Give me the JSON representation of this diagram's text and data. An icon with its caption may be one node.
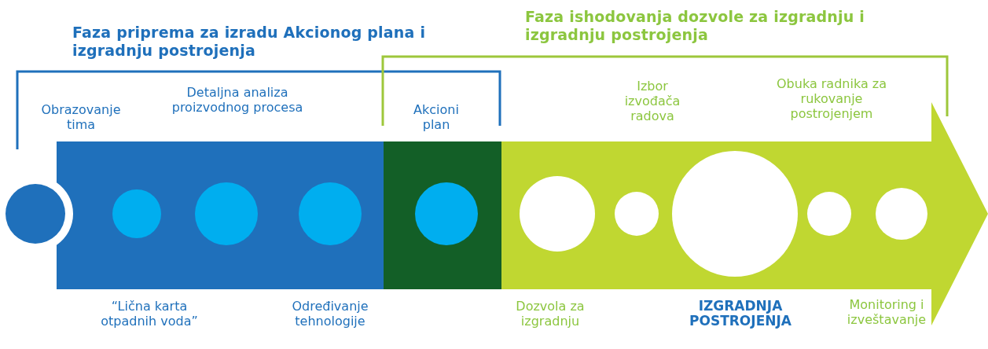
{
  "diagram": {
    "nodes": [
      {
        "text": [],
        "shape": "circle"
      },
      {
        "text": [],
        "shape": "circle"
      },
      {
        "text": [],
        "shape": "circle"
      },
      {
        "text": [],
        "shape": "circle"
      },
      {
        "text": [],
        "shape": "circle"
      },
      {
        "text": [],
        "shape": "circle"
      },
      {
        "text": [],
        "shape": "circle"
      },
      {
        "text": [],
        "shape": "circle"
      },
      {
        "text": [],
        "shape": "circle"
      },
      {
        "text": [],
        "shape": "circle"
      }
    ],
    "edges": [],
    "labels": [
      "Faza ishodovanja dozvole za izgradnju i izgradnju postrojenja",
      "Faza priprema za izradu Akcionog plana i izgradnju postrojenja",
      "Obrazovanje tima",
      "Detaljna analiza proizvodnog procesa",
      "Akcioni plan",
      "Izbor izvođača radova",
      "Obuka radnika za rukovanje postrojenjem",
      "“Lična karta otpadnih voda”",
      "Određivanje tehnologije",
      "Dozvola za izgradnju",
      "IZGRADNJA POSTROJENJA",
      "Monitoring i izveštavanje"
    ]
  }
}
